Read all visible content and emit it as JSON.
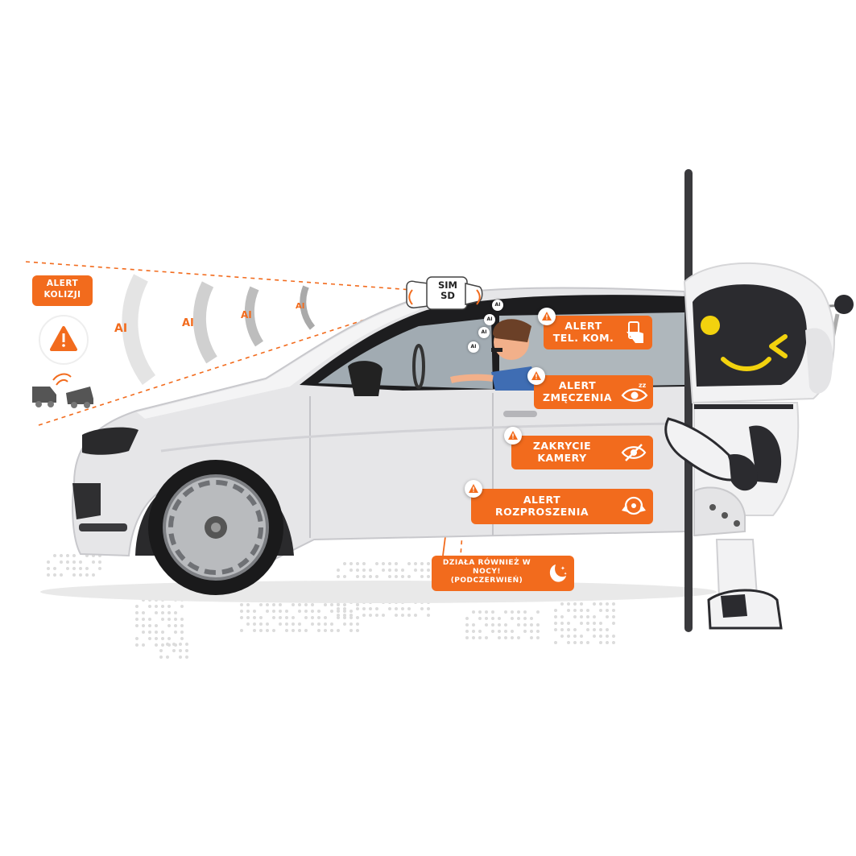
{
  "camera": {
    "line1": "SIM",
    "line2": "SD"
  },
  "collision": {
    "line1": "ALERT",
    "line2": "KOLIZJI"
  },
  "ai_labels": [
    "AI",
    "AI",
    "AI",
    "AI"
  ],
  "ai_mini_labels": [
    "AI",
    "AI",
    "AI",
    "AI"
  ],
  "alerts": {
    "phone": {
      "line1": "ALERT",
      "line2": "TEL. KOM.",
      "icon": "phone-hand-icon"
    },
    "fatigue": {
      "line1": "ALERT",
      "line2": "ZMĘCZENIA",
      "icon": "sleepy-eye-icon"
    },
    "cover": {
      "line1": "ZAKRYCIE",
      "line2": "KAMERY",
      "icon": "eye-slash-icon"
    },
    "distraction": {
      "line1": "ALERT",
      "line2": "ROZPROSZENIA",
      "icon": "steering-hands-icon"
    },
    "night": {
      "line1": "DZIAŁA RÓWNIEŻ W",
      "line2": "NOCY!",
      "line3": "(PODCZERWIEŃ)",
      "icon": "moon-stars-icon"
    }
  },
  "colors": {
    "accent": "#f26b1d",
    "robot_dark": "#2b2b2f",
    "robot_eye": "#f2d20e",
    "car_body": "#e6e6e8"
  }
}
